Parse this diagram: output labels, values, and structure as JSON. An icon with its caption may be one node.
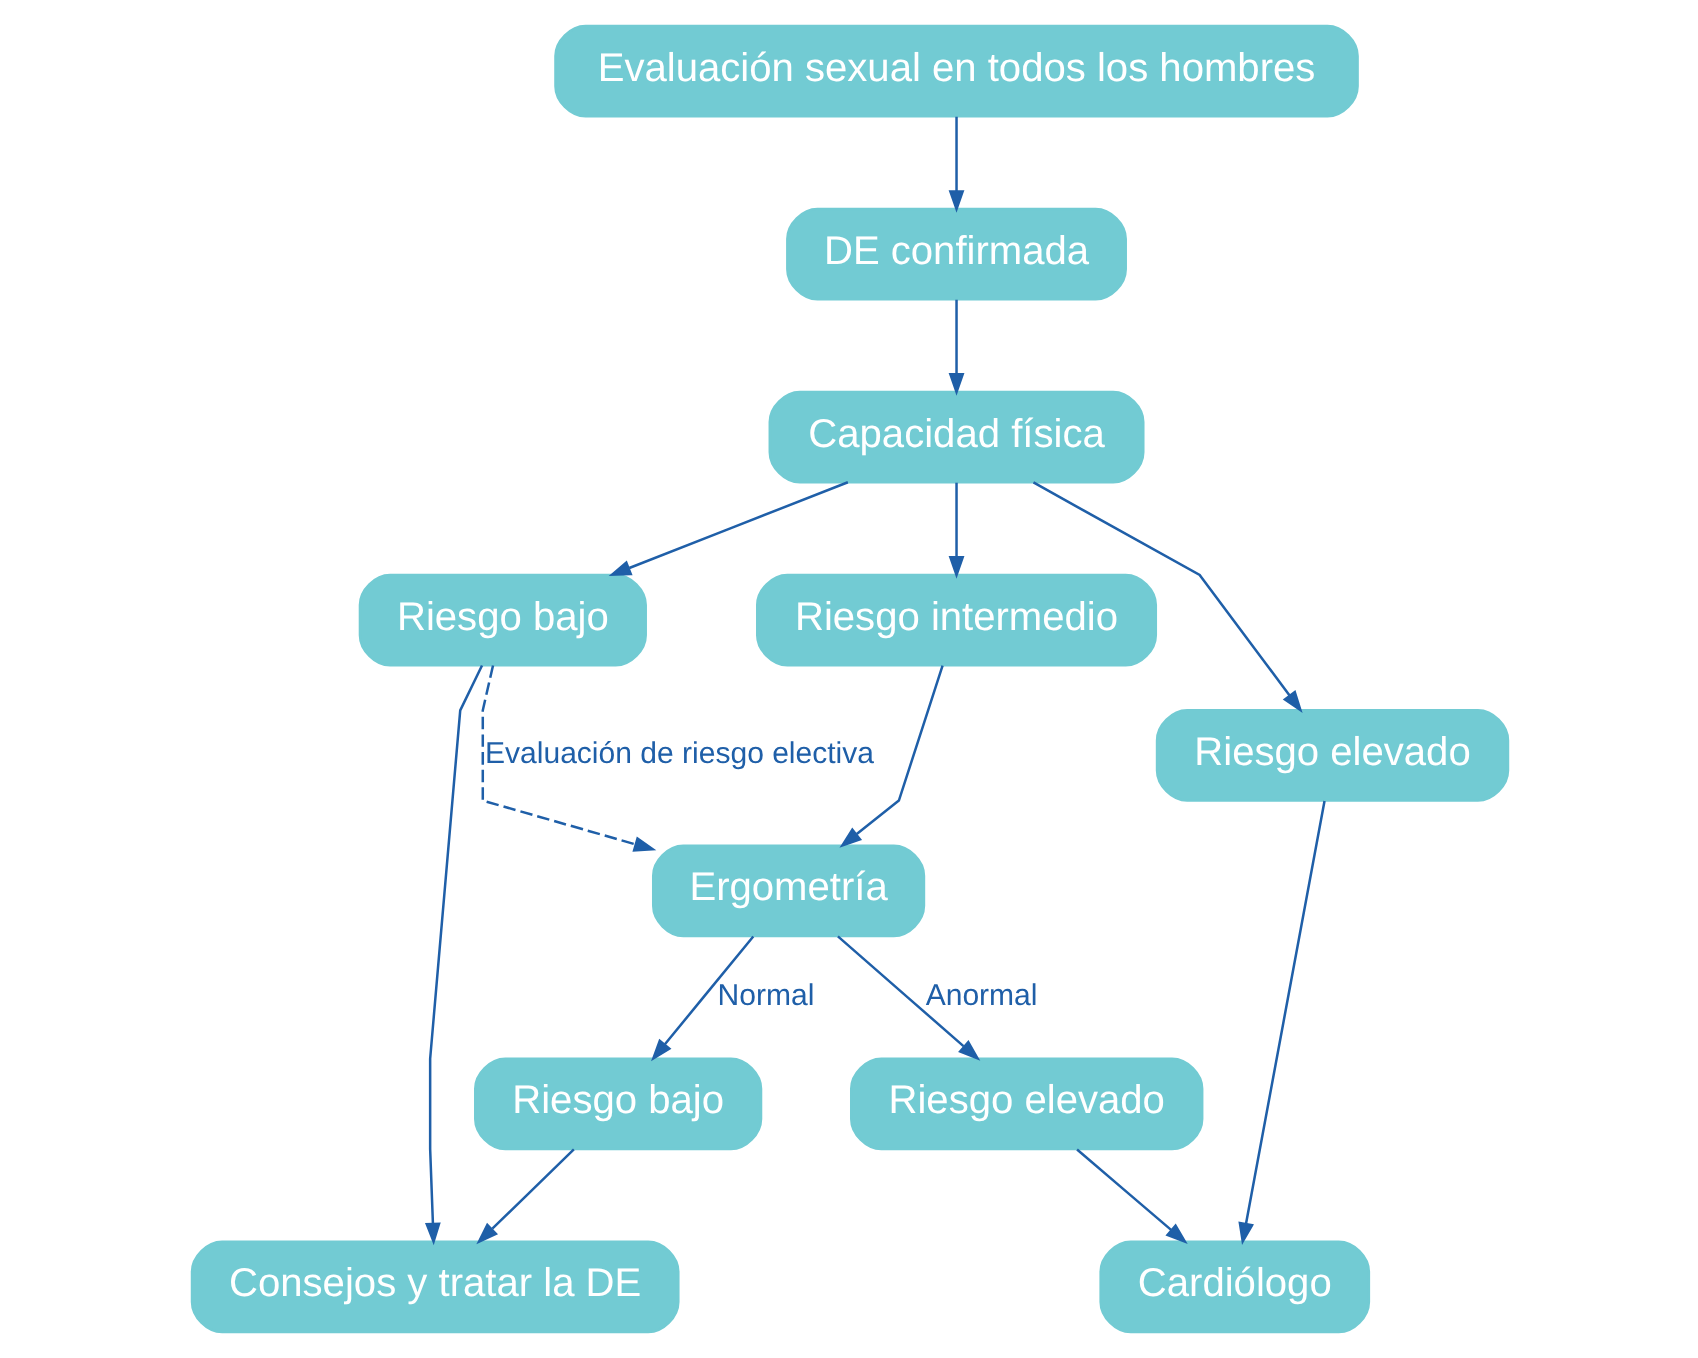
{
  "diagram": {
    "nodes": [
      {
        "text": [
          "Evaluación sexual en todos los hombres"
        ]
      },
      {
        "text": [
          "DE confirmada"
        ]
      },
      {
        "text": [
          "Capacidad física"
        ]
      },
      {
        "text": [
          "Riesgo bajo"
        ]
      },
      {
        "text": [
          "Riesgo intermedio"
        ]
      },
      {
        "text": [
          "Riesgo elevado"
        ]
      },
      {
        "text": [
          "Ergometría"
        ]
      },
      {
        "text": [
          "Riesgo bajo"
        ]
      },
      {
        "text": [
          "Riesgo elevado"
        ]
      },
      {
        "text": [
          "Consejos y tratar la DE"
        ]
      },
      {
        "text": [
          "Cardiólogo"
        ]
      }
    ],
    "edges": [
      {
        "from": 0,
        "to": 1,
        "arrow": "to"
      },
      {
        "from": 1,
        "to": 2,
        "arrow": "to"
      },
      {
        "from": 2,
        "to": 3,
        "arrow": "to"
      },
      {
        "from": 2,
        "to": 4,
        "arrow": "to"
      },
      {
        "from": 2,
        "to": 5,
        "arrow": "to"
      },
      {
        "from": 3,
        "to": 6,
        "arrow": "to",
        "label": "Evaluación de riesgo electiva",
        "style": "dashed"
      },
      {
        "from": 4,
        "to": 6,
        "arrow": "to"
      },
      {
        "from": 6,
        "to": 7,
        "arrow": "to",
        "label": "Normal"
      },
      {
        "from": 6,
        "to": 8,
        "arrow": "to",
        "label": "Anormal"
      },
      {
        "from": 3,
        "to": 9,
        "arrow": "to"
      },
      {
        "from": 7,
        "to": 9,
        "arrow": "to"
      },
      {
        "from": 8,
        "to": 10,
        "arrow": "to"
      },
      {
        "from": 5,
        "to": 10,
        "arrow": "to"
      }
    ]
  }
}
